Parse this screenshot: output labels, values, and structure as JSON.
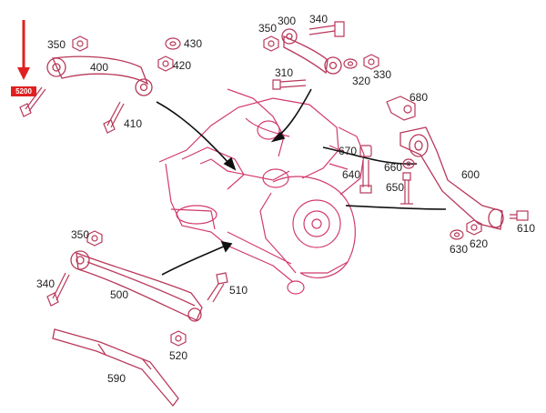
{
  "labels": {
    "p350_top": "350",
    "p400": "400",
    "p430": "430",
    "p420": "420",
    "p410": "410",
    "p300": "300",
    "p340_top": "340",
    "p350_right": "350",
    "p310": "310",
    "p330": "330",
    "p320": "320",
    "p680": "680",
    "p670": "670",
    "p660": "660",
    "p640": "640",
    "p650": "650",
    "p600": "600",
    "p610": "610",
    "p620": "620",
    "p630": "630",
    "p350_left": "350",
    "p340_left": "340",
    "p500": "500",
    "p510": "510",
    "p520": "520",
    "p590": "590"
  },
  "highlight": {
    "label": "5200",
    "color": "#e02020"
  },
  "colors": {
    "parts": "#b8385a",
    "frame": "#d23a6e",
    "arrow": "#e02020"
  }
}
